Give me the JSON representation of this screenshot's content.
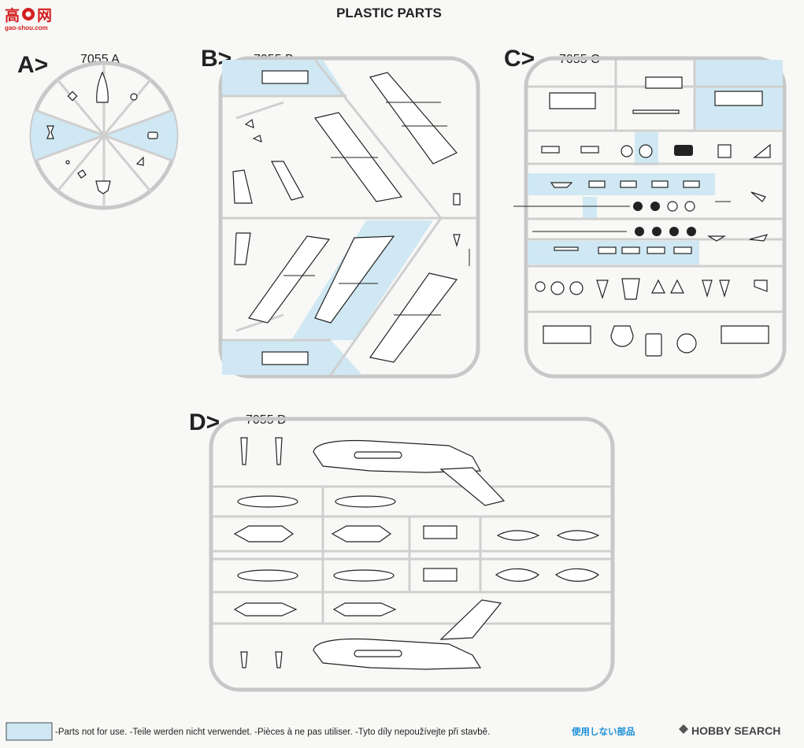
{
  "title": "PLASTIC PARTS",
  "watermark_left": {
    "glyph_1": "高",
    "glyph_2": "网",
    "url": "gao-shou.com"
  },
  "watermark_right": {
    "brand": "HOBBY SEARCH"
  },
  "sprues": [
    {
      "letter": "A>",
      "code": "7055 A"
    },
    {
      "letter": "B>",
      "code": "7055 B"
    },
    {
      "letter": "C>",
      "code": "7055 C"
    },
    {
      "letter": "D>",
      "code": "7055 D"
    }
  ],
  "legend": {
    "text": "-Parts not for use. -Teile werden nicht verwendet. -Pièces à ne pas utiliser. -Tyto díly nepoužívejte při stavbě.",
    "jp_text": "使用しない部品"
  },
  "colors": {
    "unused_highlight": "#cfe8f3",
    "sprue_frame": "#c8c8c8",
    "line_art": "#222222",
    "jp_text": "#1a8fd8"
  }
}
